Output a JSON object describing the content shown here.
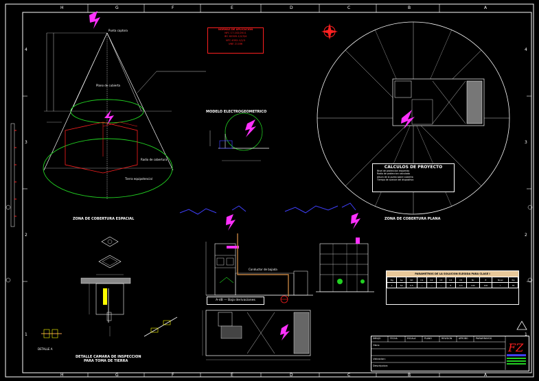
{
  "grid": {
    "top_letters": [
      "H",
      "G",
      "F",
      "E",
      "D",
      "C",
      "B",
      "A"
    ],
    "side_numbers": [
      "4",
      "3",
      "2",
      "1"
    ]
  },
  "stamp": {
    "title": "NORMAS DE APLICACION",
    "lines": [
      "NFC 17-102/2011",
      "IEC 62305-1/2/3/4",
      "NTC 4552-1/2/3",
      "UNE 21186"
    ]
  },
  "titles": {
    "zona_espacial": "ZONA DE COBERTURA ESPACIAL",
    "zona_plana": "ZONA DE COBERTURA PLANA",
    "modelo": "MODELO ELECTROGEOMETRICO",
    "detalle_camara": "DETALLE CAMARA DE INSPECCION",
    "detalle_camara_2": "PARA TOMA DE TIERRA"
  },
  "labels": {
    "punta_captora": "Punta captora",
    "cubierta": "Plano de cubierta",
    "cobertura": "Radio de cobertura",
    "equipotencial": "Tierra equipotencial",
    "detalle_a": "DETALLE A",
    "conductor_bajada": "Conductor de bajada",
    "derivaciones": "A-dB — Baja derivaciones"
  },
  "calc": {
    "title": "CALCULOS DE PROYECTO",
    "lines": [
      "Nivel de proteccion requerido",
      "Radio de proteccion calculado",
      "Altura de la punta sobre cubierta",
      "Tiempo de avance del dispositivo"
    ]
  },
  "params": {
    "title": "PARAMETROS DE LA SOLUCION ELEGIDA PARA CLASE I",
    "cols": [
      "Ng",
      "Ae",
      "Nd",
      "C1",
      "C2",
      "C3",
      "C4",
      "C5",
      "Nc",
      "E",
      "Nivel",
      "Rp"
    ],
    "values": [
      "1",
      "50",
      "0,5",
      "---",
      "---",
      "---",
      "8",
      "0,5",
      "100",
      "100",
      "I",
      "35"
    ]
  },
  "title_block": {
    "row1": [
      "DIBUJO",
      "FECHA",
      "ESCALA",
      "PLANO",
      "REVISION",
      "APROBO"
    ],
    "obra": "Obra:",
    "ubicacion": "Ubicacion:",
    "descripcion": "Descripcion:",
    "sheet_code": "PARARRAYOS"
  },
  "colors": {
    "green": "#22d022",
    "red": "#ff2020",
    "yellow": "#ffff00",
    "magenta": "#ff30ff",
    "blue": "#4040ff",
    "orange": "#c08040"
  }
}
